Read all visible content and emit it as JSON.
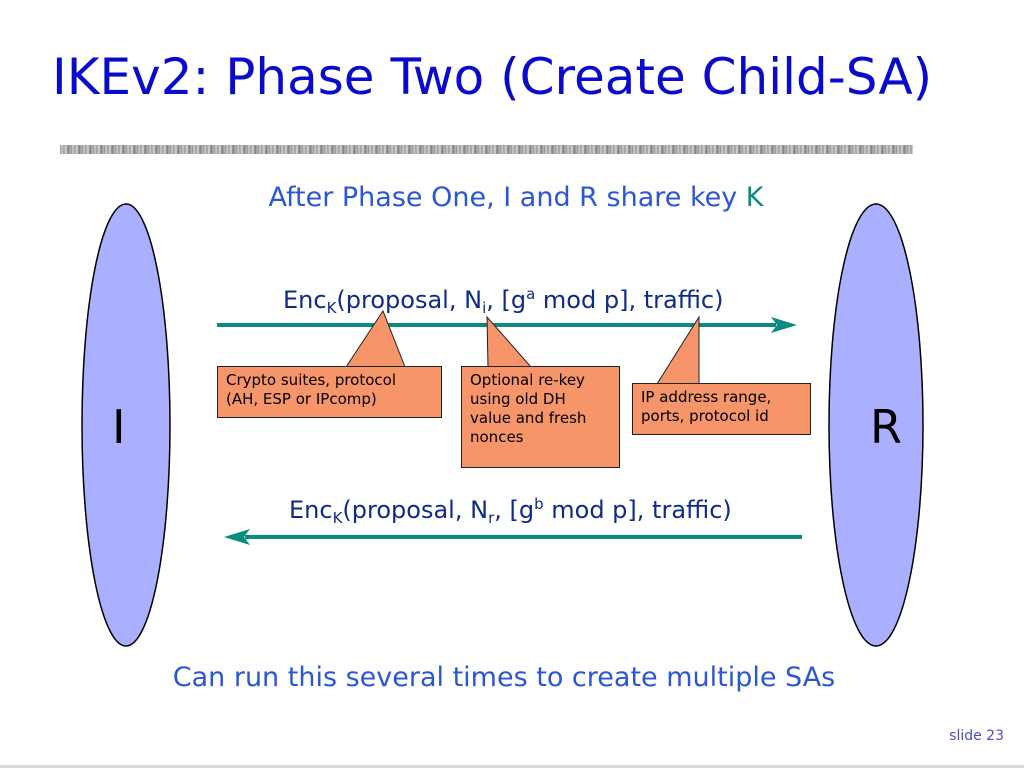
{
  "slide": {
    "title": "IKEv2: Phase Two (Create Child-SA)",
    "subtitle_text": "After Phase One, I and R share key ",
    "subtitle_key": "K",
    "footer": "Can run this several times to create multiple SAs",
    "slide_number": "slide 23"
  },
  "parties": {
    "initiator": "I",
    "responder": "R"
  },
  "messages": {
    "m1": {
      "enc": "Enc",
      "key": "K",
      "open": "(proposal, N",
      "nonce": "i",
      "mid": ", [g",
      "exp": "a",
      "close": " mod p], traffic)"
    },
    "m2": {
      "enc": "Enc",
      "key": "K",
      "open": "(proposal, N",
      "nonce": "r",
      "mid": ", [g",
      "exp": "b",
      "close": " mod p], traffic)"
    }
  },
  "callouts": [
    {
      "lines": [
        "Crypto suites, protocol",
        "(AH, ESP or IPcomp)"
      ]
    },
    {
      "lines": [
        "Optional re-key",
        "using old DH",
        "value and fresh",
        "nonces"
      ]
    },
    {
      "lines": [
        "IP address range,",
        "ports, protocol id"
      ]
    }
  ],
  "colors": {
    "ellipse_fill": "#aab0ff",
    "arrow": "#0b8a80",
    "callout_fill": "#f6946a",
    "title": "#0a0acc",
    "text_blue": "#2a56d8"
  }
}
